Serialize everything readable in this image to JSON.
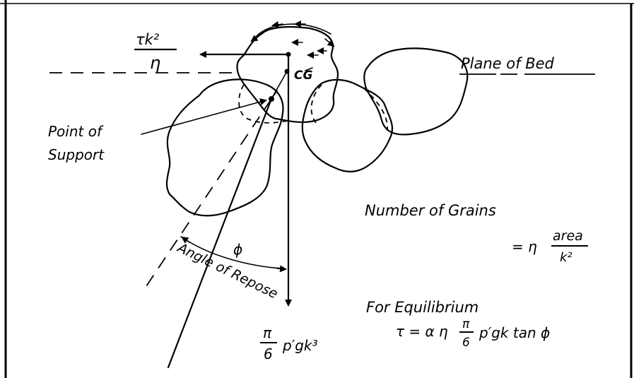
{
  "labels": {
    "plane_of_bed": "Plane of Bed",
    "cg": "CG",
    "point_of_support_line1": "Point of",
    "point_of_support_line2": "Support",
    "angle_symbol": "ϕ",
    "angle_of_repose": "Angle of Repose",
    "number_of_grains": "Number of Grains",
    "for_equilibrium": "For Equilibrium"
  },
  "formulas": {
    "force_top_num": "τk²",
    "force_top_den": "η",
    "grains_prefix": "= η",
    "grains_num": "area",
    "grains_den": "k²",
    "weight_num": "π",
    "weight_den": "6",
    "weight_suffix": "p′gk³",
    "eq_prefix": "τ = α η",
    "eq_num": "π",
    "eq_den": "6",
    "eq_suffix": "p′gk tan ϕ"
  }
}
